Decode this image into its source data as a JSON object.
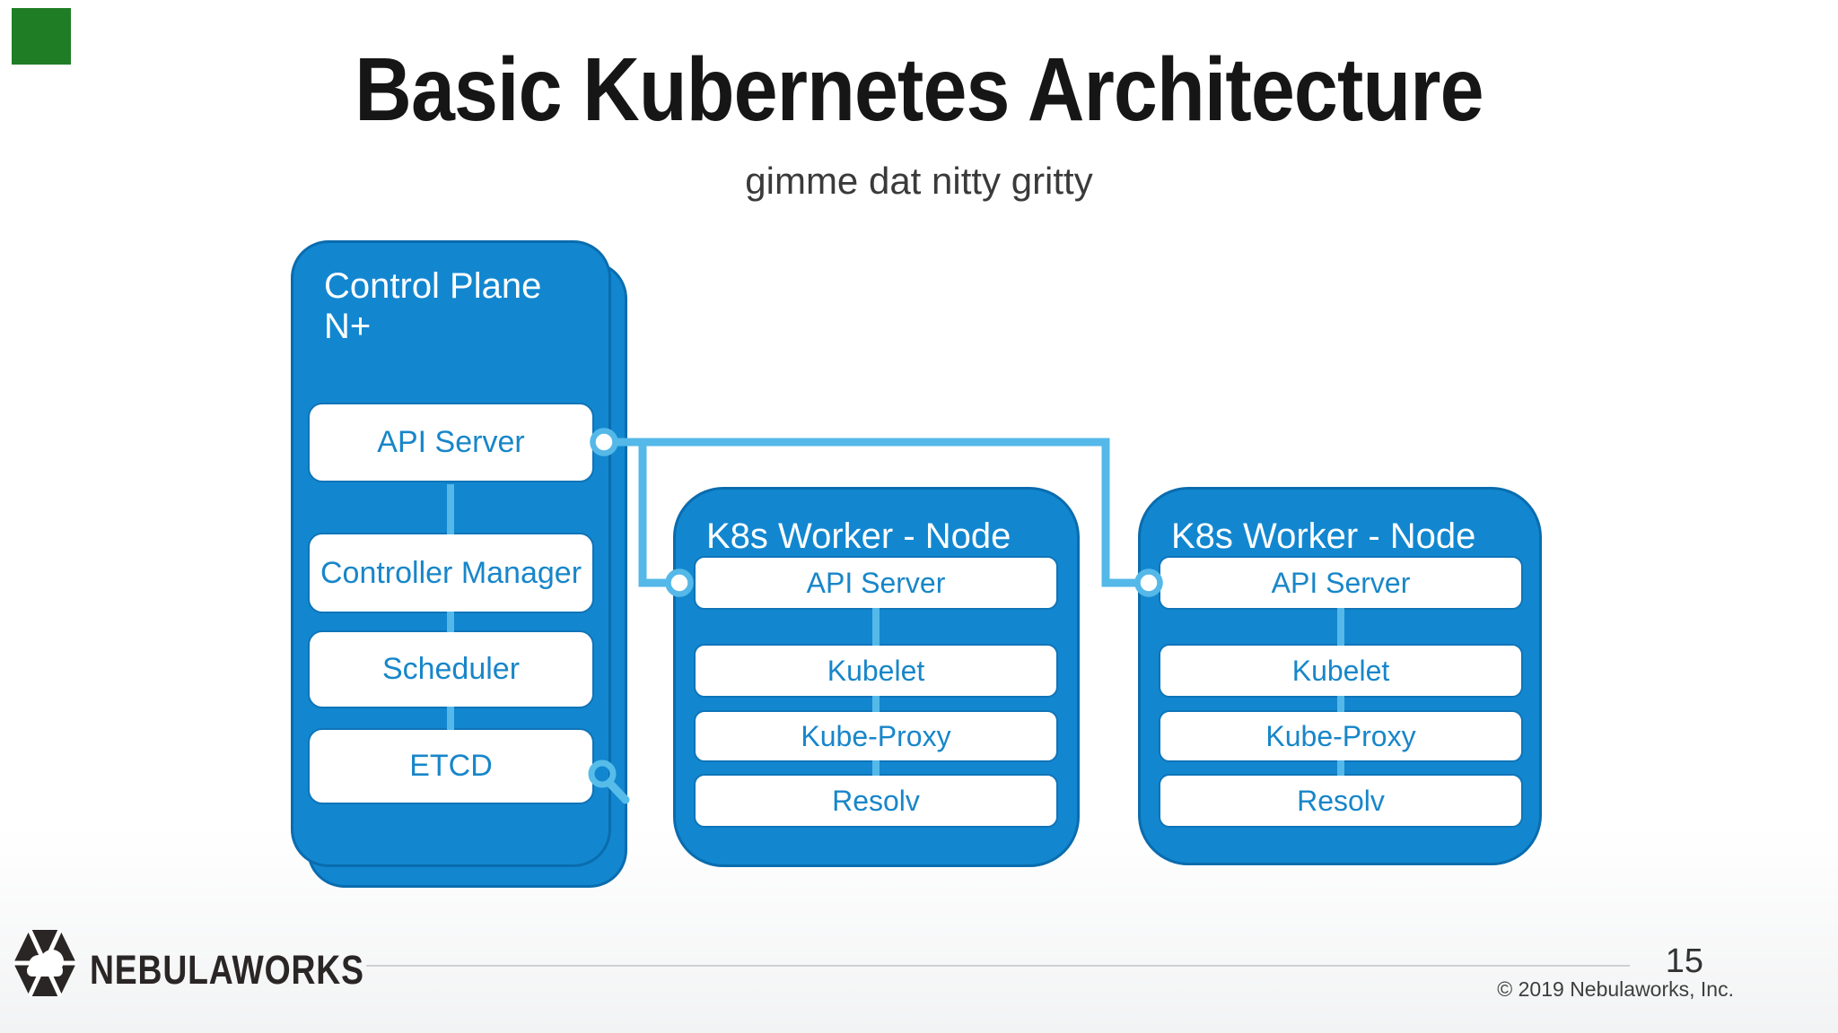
{
  "header": {
    "title": "Basic Kubernetes Architecture",
    "subtitle": "gimme dat nitty gritty"
  },
  "diagram": {
    "control_plane": {
      "title_line1": "Control Plane",
      "title_line2": "N+",
      "components": [
        "API Server",
        "Controller Manager",
        "Scheduler",
        "ETCD"
      ]
    },
    "workers": [
      {
        "title": "K8s Worker - Node",
        "components": [
          "API Server",
          "Kubelet",
          "Kube-Proxy",
          "Resolv"
        ]
      },
      {
        "title": "K8s Worker - Node",
        "components": [
          "API Server",
          "Kubelet",
          "Kube-Proxy",
          "Resolv"
        ]
      }
    ],
    "icons": {
      "magnifier": "magnifier-icon",
      "connector_node": "connector-node-circle"
    }
  },
  "footer": {
    "brand": "NEBULAWORKS",
    "logo_icon": "nebulaworks-hex-cloud-logo",
    "page_number": "15",
    "copyright": "© 2019 Nebulaworks, Inc."
  },
  "colors": {
    "node_fill_blue": "#1287d0",
    "node_border_blue": "#0a6cae",
    "connector_light_blue": "#54b8e8",
    "label_blue": "#1886c9",
    "title_black": "#161616",
    "footer_text": "#3e3e3e",
    "divider_gray": "#d0d0d0",
    "green_marker": "#1f7d26",
    "logo_black": "#2b2626"
  }
}
